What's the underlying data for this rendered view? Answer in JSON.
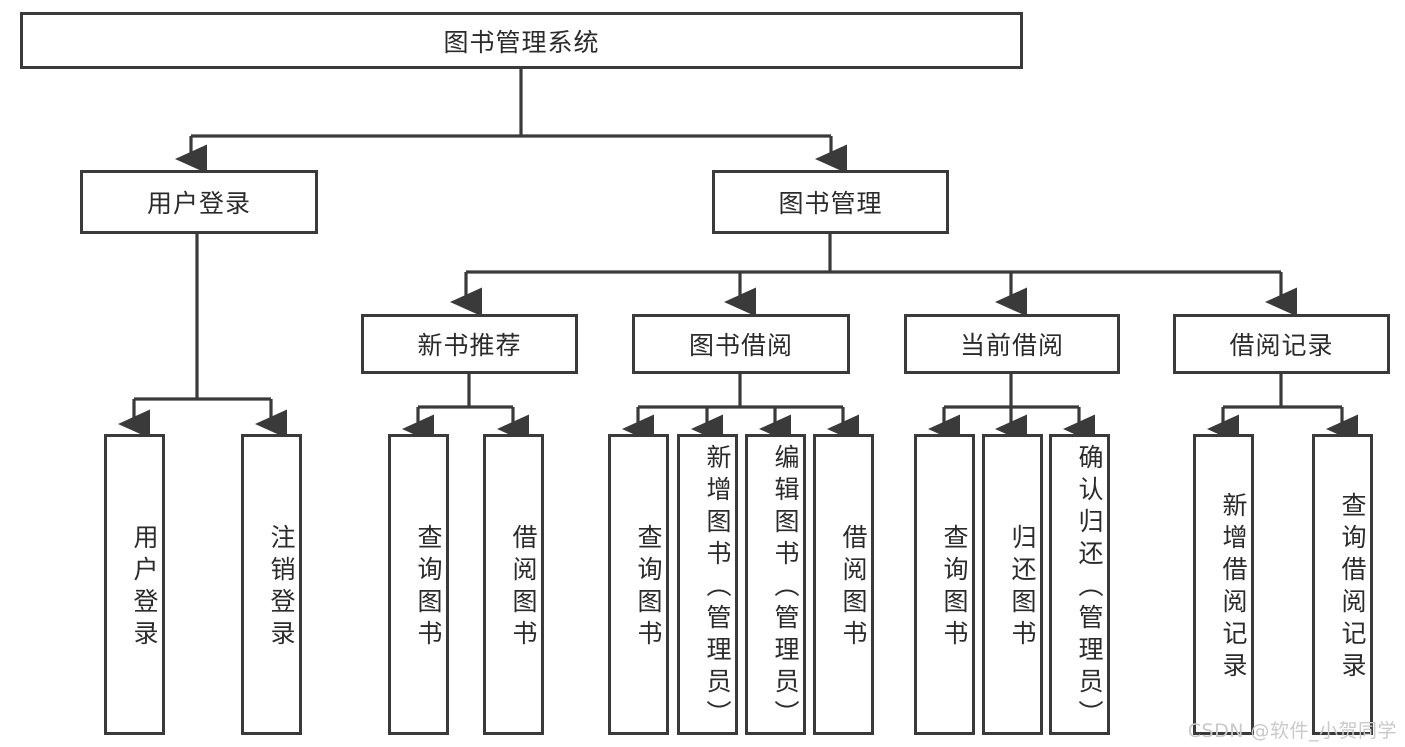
{
  "diagram": {
    "type": "tree-hierarchy",
    "title": "图书管理系统",
    "levels": {
      "root": {
        "label": "图书管理系统"
      },
      "level2": [
        {
          "label": "用户登录"
        },
        {
          "label": "图书管理"
        }
      ],
      "level3": [
        {
          "label": "新书推荐"
        },
        {
          "label": "图书借阅"
        },
        {
          "label": "当前借阅"
        },
        {
          "label": "借阅记录"
        }
      ],
      "level4": {
        "user_login": [
          {
            "label": "用户登录"
          },
          {
            "label": "注销登录"
          }
        ],
        "new_book_recommend": [
          {
            "label": "查询图书"
          },
          {
            "label": "借阅图书"
          }
        ],
        "book_borrow": [
          {
            "label": "查询图书"
          },
          {
            "label": "新增图书（管理员）"
          },
          {
            "label": "编辑图书（管理员）"
          },
          {
            "label": "借阅图书"
          }
        ],
        "current_borrow": [
          {
            "label": "查询图书"
          },
          {
            "label": "归还图书"
          },
          {
            "label": "确认归还（管理员）"
          }
        ],
        "borrow_record": [
          {
            "label": "新增借阅记录"
          },
          {
            "label": "查询借阅记录"
          }
        ]
      }
    },
    "watermark": "CSDN @软件_小贺同学",
    "colors": {
      "stroke": "#3a3a3a",
      "fill": "#ffffff",
      "text": "#2b2b2b",
      "watermark": "#c9c9c9"
    }
  }
}
